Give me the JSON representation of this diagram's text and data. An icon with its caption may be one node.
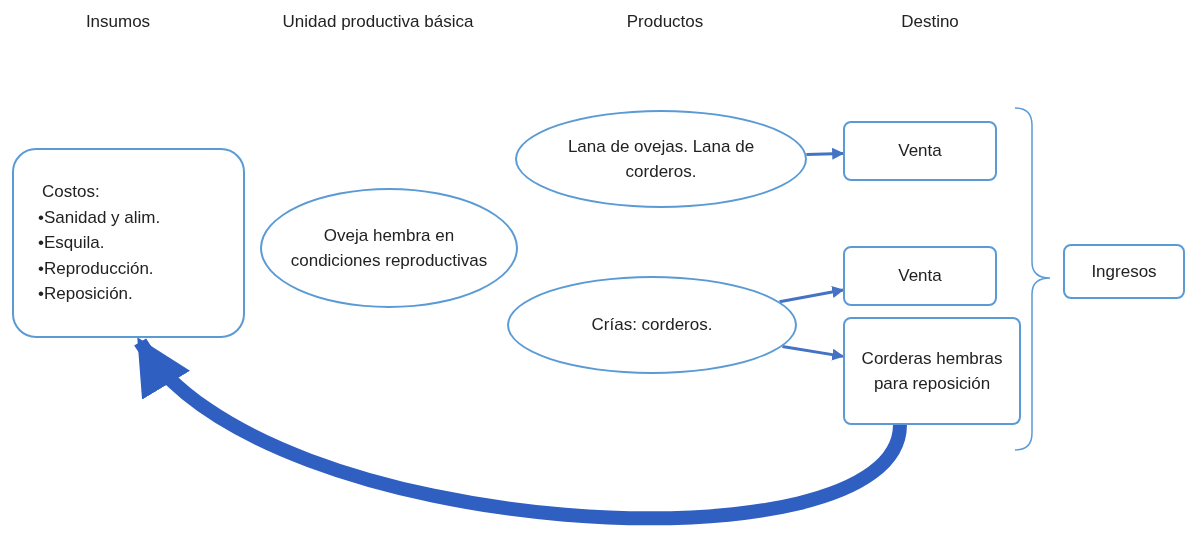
{
  "diagram": {
    "nodes": [
      {
        "text": [
          "Costos:",
          "•Sanidad y alim.",
          "•Esquila.",
          "•Reproducción.",
          "•Reposición."
        ]
      },
      {
        "text": [
          "Oveja hembra en condiciones reproductivas"
        ]
      },
      {
        "text": [
          "Lana de ovejas. Lana de corderos."
        ]
      },
      {
        "text": [
          "Venta"
        ]
      },
      {
        "text": [
          "Crías: corderos."
        ]
      },
      {
        "text": [
          "Venta"
        ]
      },
      {
        "text": [
          "Corderas hembras para reposición"
        ]
      },
      {
        "text": [
          "Ingresos"
        ]
      }
    ],
    "edges": [
      {
        "from": 2,
        "to": 3,
        "arrow": "to"
      },
      {
        "from": 4,
        "to": 5,
        "arrow": "to"
      },
      {
        "from": 4,
        "to": 6,
        "arrow": "to"
      },
      {
        "from": 6,
        "to": 0,
        "arrow": "to",
        "style": "thick",
        "color": "#2f5fc0"
      }
    ],
    "labels": [
      "Insumos",
      "Unidad productiva básica",
      "Productos",
      "Destino"
    ]
  }
}
